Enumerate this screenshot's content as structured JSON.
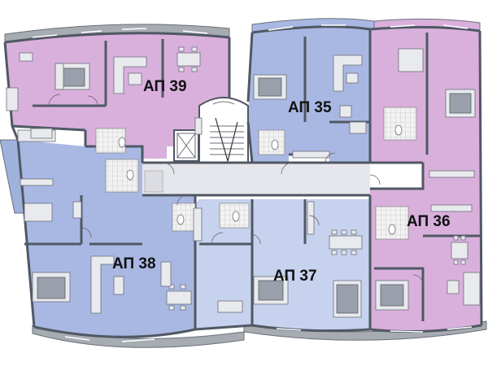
{
  "apartments": [
    {
      "id": "ap39",
      "label": "АП 39",
      "color": "#d9b0dc"
    },
    {
      "id": "ap35",
      "label": "АП 35",
      "color": "#a9b8e3"
    },
    {
      "id": "ap36",
      "label": "АП 36",
      "color": "#d9b0dc"
    },
    {
      "id": "ap38",
      "label": "АП 38",
      "color": "#a9b8e3"
    },
    {
      "id": "ap37",
      "label": "АП 37",
      "color": "#c6d2ee"
    }
  ],
  "colors": {
    "wall": "#505864",
    "corridor": "#e6e7ec",
    "balcony": "#a7abb2",
    "stairs": "#ffffff"
  },
  "icons": [
    "bed-icon",
    "sofa-icon",
    "dining-table-icon",
    "toilet-icon",
    "bathtub-icon",
    "kitchen-counter-icon",
    "elevator-icon",
    "staircase-icon",
    "door-swing-icon"
  ]
}
